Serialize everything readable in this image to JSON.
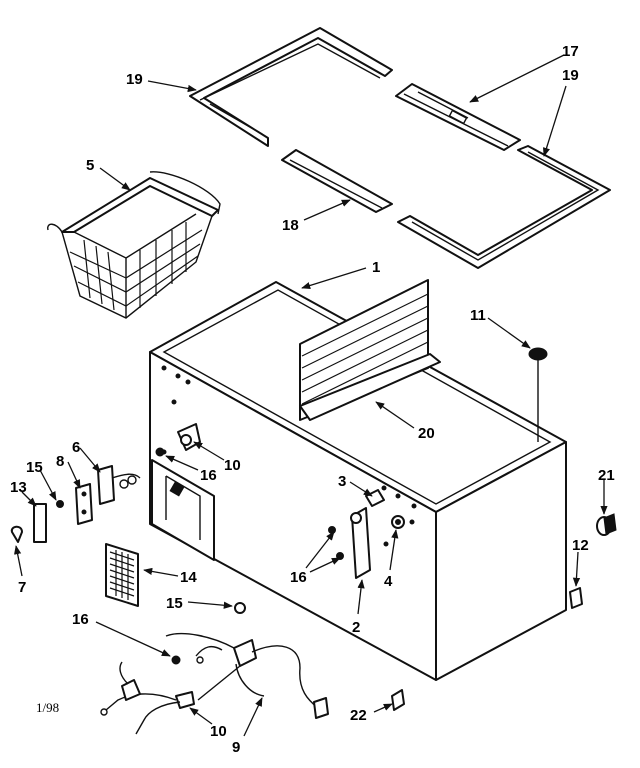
{
  "diagram": {
    "date_code": "1/98",
    "callouts": {
      "c1": "1",
      "c2": "2",
      "c3": "3",
      "c4": "4",
      "c5": "5",
      "c6": "6",
      "c7": "7",
      "c8": "8",
      "c9": "9",
      "c10a": "10",
      "c10b": "10",
      "c11": "11",
      "c12": "12",
      "c13": "13",
      "c14": "14",
      "c15a": "15",
      "c15b": "15",
      "c16a": "16",
      "c16b": "16",
      "c16c": "16",
      "c17": "17",
      "c18": "18",
      "c19a": "19",
      "c19b": "19",
      "c20": "20",
      "c21": "21",
      "c22": "22"
    }
  }
}
